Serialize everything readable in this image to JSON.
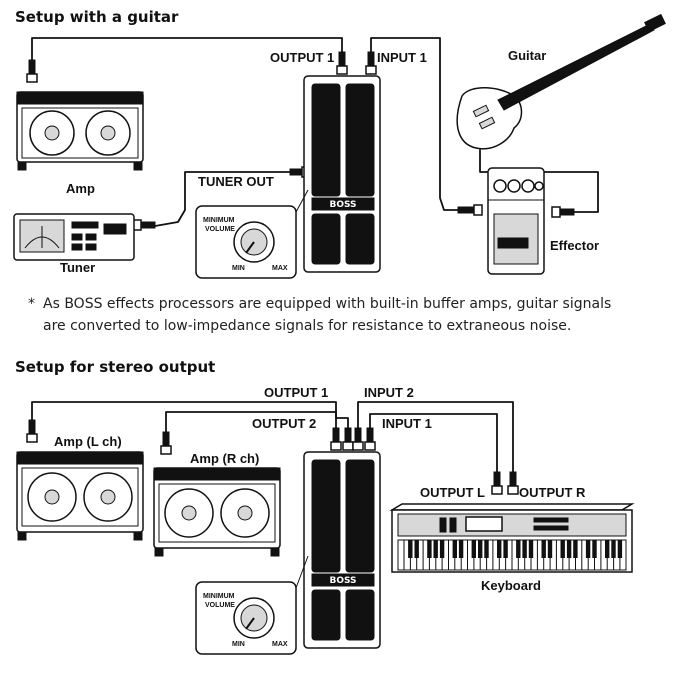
{
  "sections": [
    {
      "title": "Setup with a guitar",
      "labels": {
        "output1": "OUTPUT 1",
        "input1": "INPUT 1",
        "guitar": "Guitar",
        "amp": "Amp",
        "tuner_out": "TUNER OUT",
        "tuner": "Tuner",
        "effector": "Effector",
        "knob_title_1": "MINIMUM",
        "knob_title_2": "VOLUME",
        "knob_min": "MIN",
        "knob_max": "MAX",
        "brand": "BOSS"
      }
    },
    {
      "title": "Setup for stereo output",
      "labels": {
        "output1": "OUTPUT 1",
        "output2": "OUTPUT 2",
        "input1": "INPUT 1",
        "input2": "INPUT 2",
        "amp_l": "Amp (L ch)",
        "amp_r": "Amp (R ch)",
        "output_l": "OUTPUT L",
        "output_r": "OUTPUT R",
        "keyboard": "Keyboard",
        "knob_title_1": "MINIMUM",
        "knob_title_2": "VOLUME",
        "knob_min": "MIN",
        "knob_max": "MAX",
        "brand": "BOSS"
      }
    }
  ],
  "note": {
    "marker": "*",
    "line1": "As BOSS effects processors are equipped with built-in buffer amps, guitar signals",
    "line2": "are converted to low-impedance signals for resistance to extraneous noise."
  },
  "colors": {
    "ink": "#111111",
    "panel": "#d8d8d8",
    "background": "#ffffff"
  }
}
